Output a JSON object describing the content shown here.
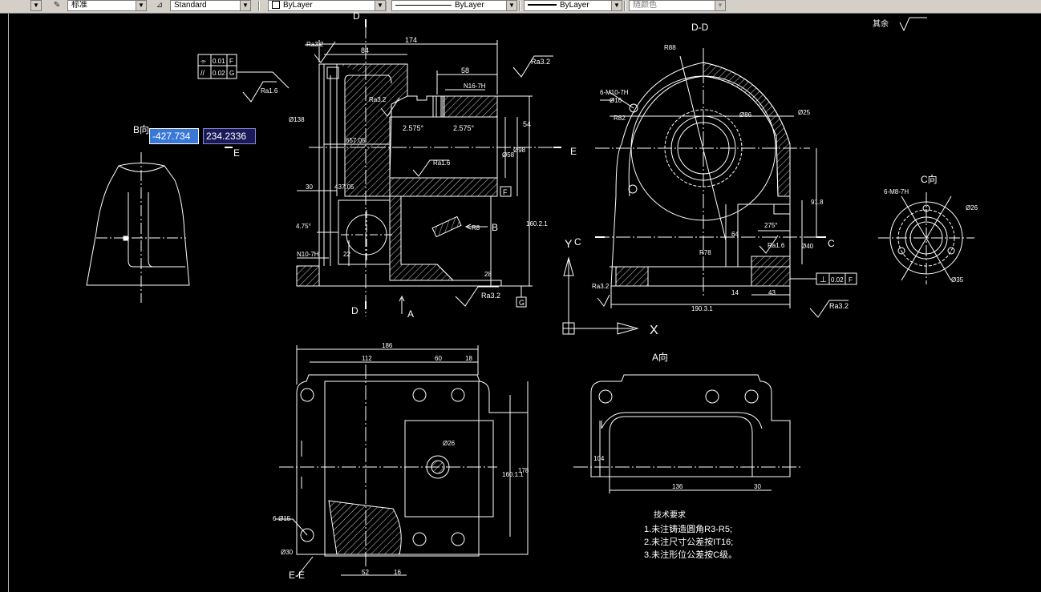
{
  "toolbar": {
    "text_style": "标准",
    "dim_style": "Standard",
    "layer": "ByLayer",
    "linetype": "ByLayer",
    "lineweight": "ByLayer",
    "plot_color": "随颜色"
  },
  "coordinate_input": {
    "x": "-427.734",
    "y": "234.2336"
  },
  "ucs": {
    "x_label": "X",
    "y_label": "Y"
  },
  "drawing": {
    "view_labels": {
      "dd_top": "D",
      "dd_bottom": "D",
      "dd_section": "D-D",
      "b_view": "B向",
      "c_view": "C向",
      "a_view": "A向",
      "ee_section": "E-E",
      "e_left": "E",
      "e_right": "E",
      "b_arrow": "B",
      "a_arrow": "A",
      "c_left": "C",
      "c_right": "C",
      "yc": "C"
    },
    "dims": [
      "174",
      "84",
      "58",
      "N16-7H",
      "2.575°",
      "2.575°",
      "657.05",
      "54",
      "Ø58",
      "Ø98",
      "30",
      "437.05",
      "4.75°",
      "N10-7H",
      "22",
      "R8",
      "160.2.1",
      "28",
      "186",
      "112",
      "60",
      "18",
      "6-Ø15",
      "Ø30",
      "52",
      "16",
      "178",
      "160.1.1",
      "Ø26",
      "104",
      "136",
      "30",
      "6-M10-7H",
      "Ø16",
      "R82",
      "R88",
      "Ø86",
      "Ø25",
      "64",
      "91.8",
      "Ø40",
      "275°",
      "43",
      "14",
      "190.3.1",
      "6-M8-7H",
      "Ø26",
      "Ø35",
      "R78",
      "Ø138"
    ],
    "roughness": [
      "Ra3.2",
      "Ra3.2",
      "Ra1.6",
      "Ra3.2",
      "Ra1.6",
      "Ra3.2",
      "Ra3.2",
      "Ra1.6",
      "Ra3.2"
    ],
    "tolerances": [
      {
        "symbol": "⌯",
        "value": "0.01",
        "datum": "F"
      },
      {
        "symbol": "//",
        "value": "0.02",
        "datum": "G"
      },
      {
        "symbol": "⊥",
        "value": "0.02",
        "datum": "F"
      }
    ],
    "datums": [
      "F",
      "G"
    ],
    "rest_note": "其余",
    "notes_title": "技术要求",
    "notes": [
      "1.未注铸造圆角R3-R5;",
      "2.未注尺寸公差按IT16;",
      "3.未注形位公差按C级。"
    ]
  },
  "colors": {
    "background": "#000000",
    "lines": "#ffffff",
    "toolbar": "#d4d0c8",
    "selection": "#3a78d8"
  }
}
